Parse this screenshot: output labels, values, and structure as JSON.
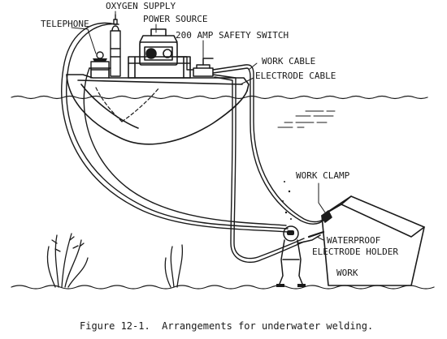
{
  "labels": {
    "oxygen_supply": "OXYGEN SUPPLY",
    "power_source": "POWER SOURCE",
    "telephone": "TELEPHONE",
    "safety_switch": "200 AMP SAFETY SWITCH",
    "work_cable": "WORK CABLE",
    "electrode_cable": "ELECTRODE CABLE",
    "work_clamp": "WORK CLAMP",
    "waterproof_line1": "WATERPROOF",
    "waterproof_line2": "ELECTRODE HOLDER",
    "work": "WORK"
  },
  "caption": "Figure 12-1.  Arrangements for underwater welding."
}
